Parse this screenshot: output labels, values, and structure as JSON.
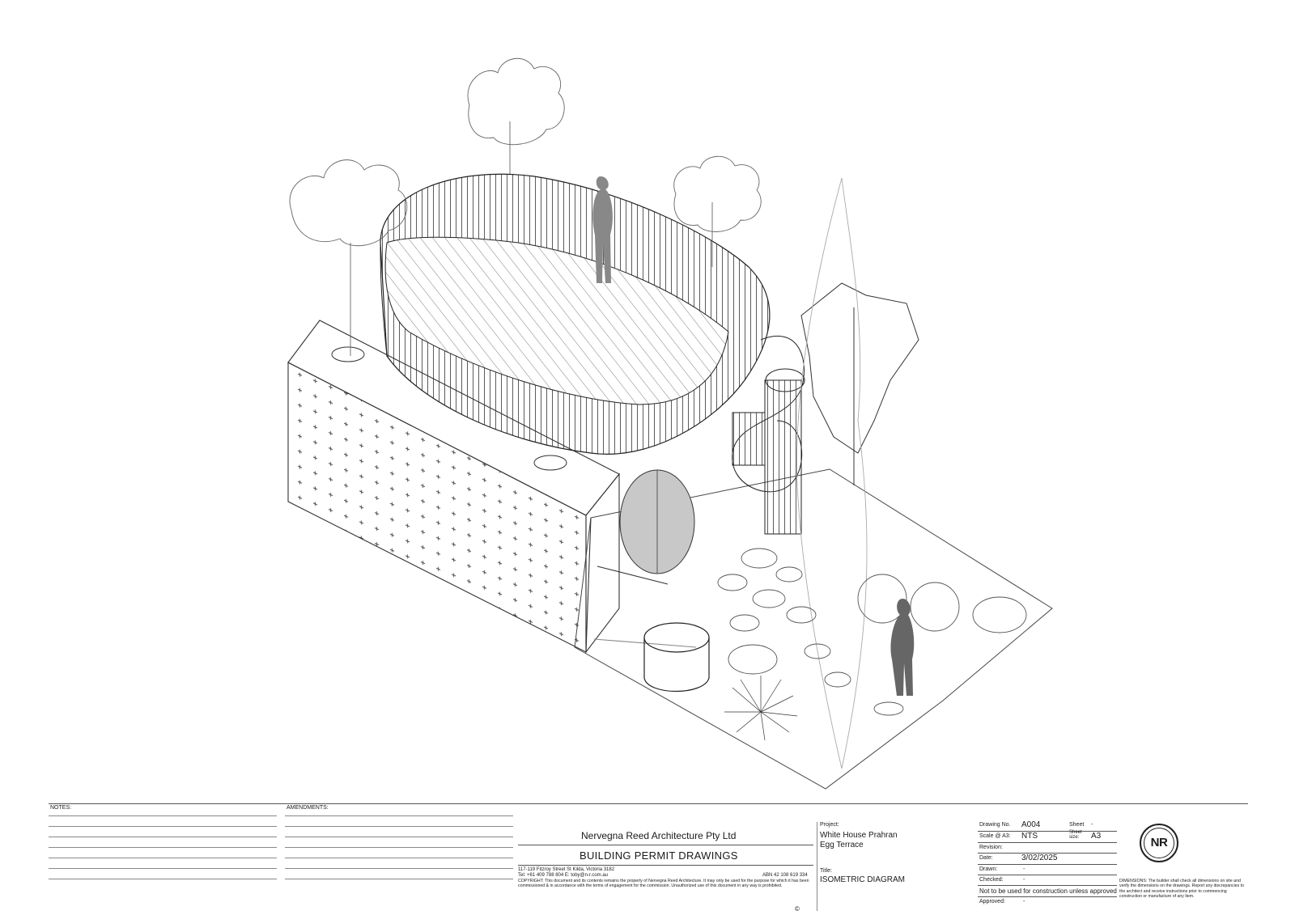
{
  "notes": {
    "label": "NOTES:"
  },
  "amendments": {
    "label": "AMENDMENTS:"
  },
  "firm": {
    "name": "Nervegna Reed Architecture Pty Ltd",
    "drawing_set": "BUILDING PERMIT DRAWINGS",
    "address": "117-119 Fitzroy Street St Kilda, Victoria 3182",
    "contact": "Tel: +61 409 788 804  E: toby@n-r.com.au",
    "abn": "ABN 42 108 619 334",
    "copyright": "COPYRIGHT: This document and its contents remains the property of Nervegna Reed Architecture. It may only be used for the purpose for which it has been commissioned & in accordance with the terms of engagement for the commission. Unauthorized use of this document in any way is prohibited.",
    "copyright_symbol": "©",
    "logo_text": "NR"
  },
  "project": {
    "label": "Project:",
    "line1": "White House Prahran",
    "line2": "Egg Terrace"
  },
  "title": {
    "label": "Title:",
    "value": "ISOMETRIC DIAGRAM"
  },
  "fields": {
    "drawing_no": {
      "label": "Drawing No.",
      "value": "A004"
    },
    "sheet": {
      "label": "Sheet",
      "value": "-"
    },
    "scale": {
      "label": "Scale @ A3:",
      "value": "NTS"
    },
    "sheet_size": {
      "label_line1": "Sheet",
      "label_line2": "size:",
      "value": "A3"
    },
    "revision": {
      "label": "Revision:",
      "value": ""
    },
    "date": {
      "label": "Date:",
      "value": "3/02/2025"
    },
    "drawn": {
      "label": "Drawn:",
      "value": "-"
    },
    "checked": {
      "label": "Checked:",
      "value": "-"
    },
    "approved": {
      "label": "Approved:",
      "value": "-"
    }
  },
  "warning": "Not to be used for construction unless approved",
  "dimensions_note": "DIMENSIONS: The builder shall check all dimensions on site and verify the dimensions on the drawings. Report any discrepancies to the architect and receive instructions prior to commencing construction or manufacture of any item."
}
